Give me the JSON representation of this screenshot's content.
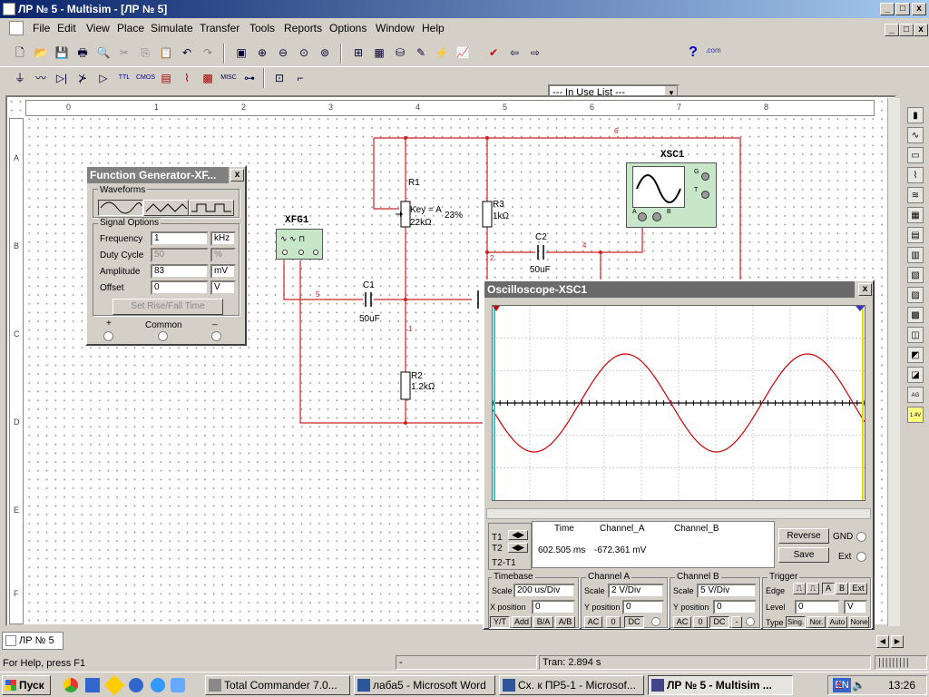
{
  "window": {
    "title": "ЛР № 5 - Multisim - [ЛР № 5]",
    "min_label": "_",
    "max_label": "□",
    "close_label": "x"
  },
  "menu": [
    {
      "label": "File"
    },
    {
      "label": "Edit"
    },
    {
      "label": "View"
    },
    {
      "label": "Place"
    },
    {
      "label": "Simulate"
    },
    {
      "label": "Transfer"
    },
    {
      "label": "Tools"
    },
    {
      "label": "Reports"
    },
    {
      "label": "Options"
    },
    {
      "label": "Window"
    },
    {
      "label": "Help"
    }
  ],
  "toolbar": {
    "in_use_list": "--- In Use List ---",
    "help_glyph": "?",
    "dotcom_label": ".com"
  },
  "components_toolbar": {
    "ttl_label": "TTL",
    "cmos_label": "CMOS",
    "misc_label": "MISC"
  },
  "ruler": {
    "top_marks": [
      "0",
      "1",
      "2",
      "3",
      "4",
      "5",
      "6",
      "7",
      "8"
    ],
    "left_marks": [
      "A",
      "B",
      "C",
      "D",
      "E",
      "F"
    ]
  },
  "right_panel": {
    "probe_label": "1.4V",
    "ag_label": "AG"
  },
  "schematic": {
    "xfg_label": "XFG1",
    "xsc_label": "XSC1",
    "r1_name": "R1",
    "r1_key": "Key = A",
    "r1_value": "22kΩ",
    "r1_percent": "23%",
    "r2_name": "R2",
    "r2_value": "1.2kΩ",
    "r3_name": "R3",
    "r3_value": "1kΩ",
    "c1_name": "C1",
    "c1_value": "50uF",
    "c2_name": "C2",
    "c2_value": "50uF",
    "net_labels": [
      "6",
      "2",
      "4",
      "5",
      "1"
    ],
    "scope_term_g": "G",
    "scope_term_t": "T",
    "scope_term_a": "A",
    "scope_term_b": "B"
  },
  "function_generator": {
    "title": "Function Generator-XF...",
    "waveforms_label": "Waveforms",
    "signal_options_label": "Signal Options",
    "frequency_label": "Frequency",
    "frequency_value": "1",
    "frequency_unit": "kHz",
    "duty_label": "Duty Cycle",
    "duty_value": "50",
    "duty_unit": "%",
    "amplitude_label": "Amplitude",
    "amplitude_value": "83",
    "amplitude_unit": "mV",
    "offset_label": "Offset",
    "offset_value": "0",
    "offset_unit": "V",
    "rise_fall_label": "Set Rise/Fall Time",
    "plus_label": "+",
    "common_label": "Common",
    "minus_label": "_"
  },
  "oscilloscope": {
    "title": "Oscilloscope-XSC1",
    "table": {
      "headers": [
        "Time",
        "Channel_A",
        "Channel_B"
      ],
      "t1_label": "T1",
      "t2_label": "T2",
      "t21_label": "T2-T1",
      "time_value": "602.505 ms",
      "channel_a_value": "-672.361 mV"
    },
    "reverse_label": "Reverse",
    "save_label": "Save",
    "gnd_label": "GND",
    "ext_label": "Ext",
    "timebase": {
      "label": "Timebase",
      "scale_label": "Scale",
      "scale_value": "200 us/Div",
      "xpos_label": "X position",
      "xpos_value": "0",
      "modes": [
        "Y/T",
        "Add",
        "B/A",
        "A/B"
      ]
    },
    "channel_a": {
      "label": "Channel A",
      "scale_label": "Scale",
      "scale_value": "2  V/Div",
      "ypos_label": "Y position",
      "ypos_value": "0",
      "couplings": [
        "AC",
        "0",
        "DC"
      ]
    },
    "channel_b": {
      "label": "Channel B",
      "scale_label": "Scale",
      "scale_value": "5  V/Div",
      "ypos_label": "Y position",
      "ypos_value": "0",
      "couplings": [
        "AC",
        "0",
        "DC",
        "-"
      ]
    },
    "trigger": {
      "label": "Trigger",
      "edge_label": "Edge",
      "level_label": "Level",
      "level_value": "0",
      "level_unit": "V",
      "type_label": "Type",
      "sources": [
        "A",
        "B",
        "Ext"
      ],
      "types": [
        "Sing.",
        "Nor.",
        "Auto",
        "None"
      ]
    },
    "colors": {
      "trace_a": "#cc0000",
      "cursor": "#33cccc",
      "cursor2": "#e0e000"
    }
  },
  "tab": {
    "label": "ЛР № 5"
  },
  "status": {
    "help_text": "For Help, press F1",
    "pane2": "-",
    "tran_text": "Tran: 2.894 s"
  },
  "taskbar": {
    "start_label": "Пуск",
    "tasks": [
      {
        "label": "Total Commander 7.0..."
      },
      {
        "label": "лаба5 - Microsoft Word"
      },
      {
        "label": "Сх. к ПР5-1 - Microsof..."
      },
      {
        "label": "ЛР № 5 - Multisim ..."
      }
    ],
    "lang": "EN",
    "clock": "13:26"
  }
}
